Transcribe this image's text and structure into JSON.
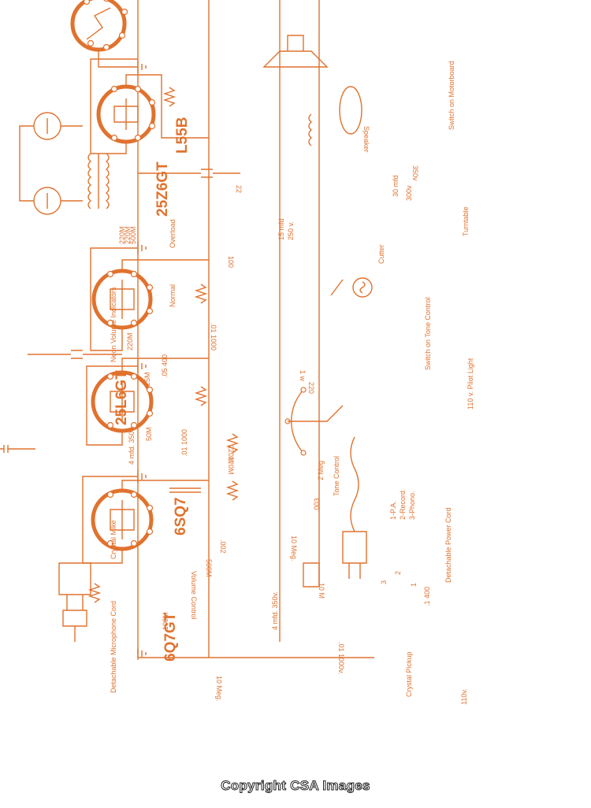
{
  "tubes": [
    {
      "id": "L55B",
      "label": "L55B"
    },
    {
      "id": "25Z6GT",
      "label": "25Z6GT"
    },
    {
      "id": "25L6GT",
      "label": "25L6GT"
    },
    {
      "id": "6SQ7",
      "label": "6SQ7"
    },
    {
      "id": "6Q7GT",
      "label": "6Q7GT"
    }
  ],
  "labels": {
    "speaker": "Speaker",
    "switch_motorboard": "Switch on Motorboard",
    "turntable": "Turntable",
    "cutter": "Cutter",
    "switch_tone": "Switch on Tone Control",
    "pilot_light": "110 v. Pilot Light",
    "neon_indicators": "Neon Volume Indicators",
    "overload": "Overload",
    "normal": "Normal",
    "crystal_mike": "Crystal Mike",
    "mic_cord": "Detachable Microphone Cord",
    "power_cord": "Detachable Power Cord",
    "crystal_pickup": "Crystal Pickup",
    "v110": "110v.",
    "volume_control": "Volume Control",
    "tone_control": "Tone Control",
    "sw_pa": "1-P.A.",
    "sw_record": "2-Record",
    "sw_phono": "3-Phono.",
    "sw_1": "1",
    "sw_2": "2",
    "sw_3": "3"
  },
  "values": {
    "r_22": "22",
    "c_15mfd": "15 mfd",
    "c_250v": "250 v.",
    "r_100": "100",
    "c_30mfd": "30 mfd",
    "c_300v": "300v",
    "c_350v_spk": "350v",
    "r_220m_a": "220M",
    "r_220m_b": "220M",
    "r_500m_n": "500M",
    "r_220m_c": "220M",
    "c_01_1000": ".01 1000",
    "r_25m": "25M",
    "c_05_400": ".05 400",
    "r_1w": "1 w",
    "r_220": "220",
    "c_4mfd_350_a": "4 mfd. 350v.",
    "r_50m": "50M",
    "c_01_1000_b": ".01 1000",
    "r_220m_d": "220M",
    "r_220m_e": "220M",
    "r_2meg": "2 Meg",
    "c_003": ".003",
    "r_10meg_a": "10 Meg.",
    "c_002": ".002",
    "r_500m_v": "500M",
    "r_10m": "10 M",
    "c_4mfd_350_b": "4 mfd. 350v.",
    "r_100m": "100M",
    "c_01_1000v": ".01 1000v.",
    "r_10meg_b": "10 Meg.",
    "c_1_400": ".1 400"
  },
  "copyright": "Copyright CSA Images"
}
